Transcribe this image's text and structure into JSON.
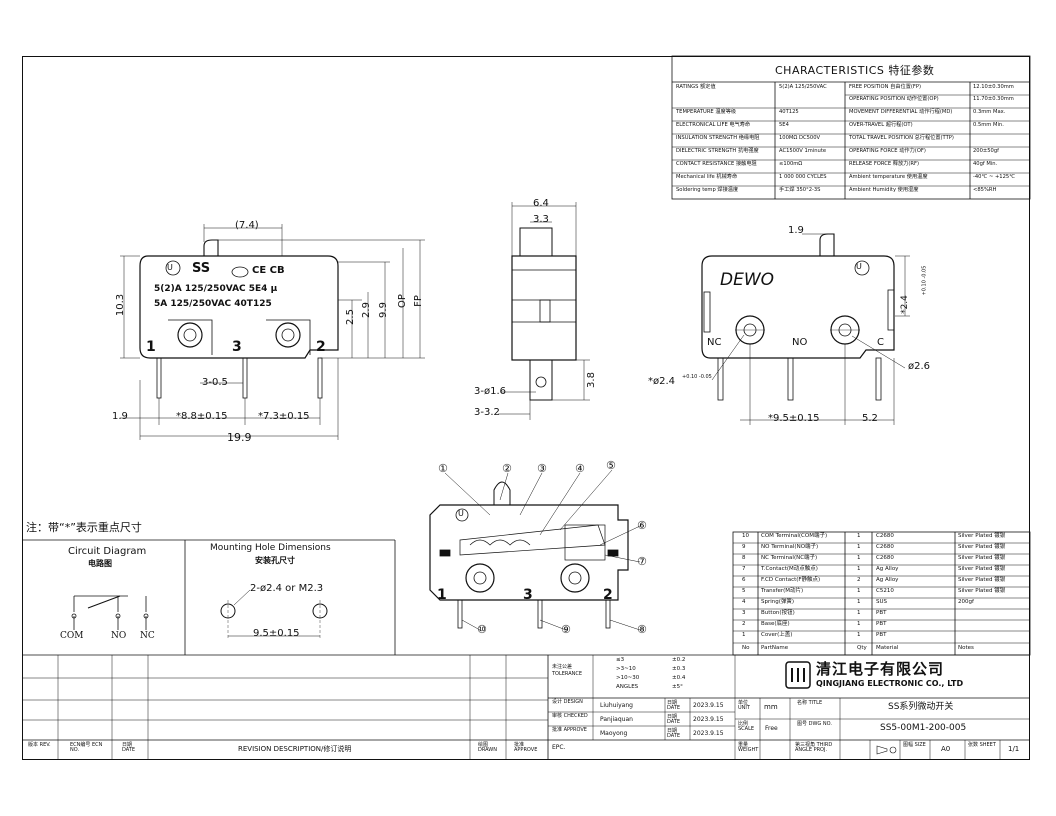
{
  "characteristics": {
    "title": "CHARACTERISTICS 特征参数",
    "rows": [
      [
        "RATINGS 额定值",
        "5(2)A 125/250VAC",
        "FREE POSITION 自由位置(FP)",
        "12.10±0.30mm"
      ],
      [
        "",
        "",
        "OPERATING POSITION 动作位置(OP)",
        "11.70±0.30mm"
      ],
      [
        "TEMPERATURE 温度等级",
        "40T125",
        "MOVEMENT DIFFERENTIAL 动作行程(MD)",
        "0.3mm Max."
      ],
      [
        "ELECTRONICAL LIFE 电气寿命",
        "5E4",
        "OVER-TRAVEL 超行程(OT)",
        "0.5mm Min."
      ],
      [
        "INSULATION STRENGTH 绝缘电阻",
        "100MΩ DC500V",
        "TOTAL TRAVEL POSITION 总行程位置(TTP)",
        ""
      ],
      [
        "DIELECTRIC STRENGTH 抗电强度",
        "AC1500V 1minute",
        "OPERATING FORCE 动作力(OF)",
        "200±50gf"
      ],
      [
        "CONTACT RESISTANCE 接触电阻",
        "≤100mΩ",
        "RELEASE FORCE 释放力(RF)",
        "40gf Min."
      ],
      [
        "Mechanical life 机械寿命",
        "1 000 000 CYCLES",
        "Ambient temperature 使用温度",
        "-40℃ ~ +125℃"
      ],
      [
        "Soldering temp 焊接温度",
        "手工焊 350°2-3S",
        "Ambient Humidity 使用湿度",
        "<85%RH"
      ]
    ]
  },
  "front_view": {
    "brand": "SS",
    "marks": "CE CB",
    "line1": "5(2)A 125/250VAC 5E4 μ",
    "line2": "5A 125/250VAC 40T125",
    "pin1": "1",
    "pin2": "2",
    "pin3": "3",
    "dim_top": "(7.4)",
    "dim_h1": "10.3",
    "dim_25": "2.5",
    "dim_29": "2.9",
    "dim_99": "9.9",
    "dim_op": "OP",
    "dim_fp": "FP",
    "dim_pin": "3-0.5",
    "dim_19": "1.9",
    "dim_88": "*8.8±0.15",
    "dim_73": "*7.3±0.15",
    "dim_199": "19.9"
  },
  "side_view": {
    "dim_64": "6.4",
    "dim_33": "3.3",
    "dim_hole": "3-ø1.6",
    "dim_32": "3-3.2",
    "dim_38": "3.8"
  },
  "back_view": {
    "brand": "DEWO",
    "nc": "NC",
    "no": "NO",
    "c": "C",
    "dim_19": "1.9",
    "dim_24": "*2.4",
    "dim_24tol": "+0.10 -0.05",
    "dim_hole": "*ø2.4",
    "dim_holetol": "+0.10 -0.05",
    "dim_26": "ø2.6",
    "dim_95": "*9.5±0.15",
    "dim_52": "5.2"
  },
  "note": "注：带“*”表示重点尺寸",
  "circuit": {
    "title": "Circuit Diagram",
    "title_cn": "电路图",
    "com": "COM",
    "no": "NO",
    "nc": "NC"
  },
  "mounting": {
    "title": "Mounting Hole Dimensions",
    "title_cn": "安装孔尺寸",
    "holes": "2-ø2.4 or M2.3",
    "dist": "9.5±0.15"
  },
  "callouts": [
    "①",
    "②",
    "③",
    "④",
    "⑤",
    "⑥",
    "⑦",
    "⑧",
    "⑨",
    "⑩"
  ],
  "section_pins": [
    "1",
    "3",
    "2"
  ],
  "bom": {
    "rows": [
      [
        "10",
        "COM Terminal(COM端子)",
        "1",
        "C2680",
        "Silver Plated 镀银"
      ],
      [
        "9",
        "NO Terminal(NO端子)",
        "1",
        "C2680",
        "Silver Plated 镀银"
      ],
      [
        "8",
        "NC Terminal(NC端子)",
        "1",
        "C2680",
        "Silver Plated 镀银"
      ],
      [
        "7",
        "T.Contact(M动点触点)",
        "1",
        "Ag Alloy",
        "Silver Plated 镀银"
      ],
      [
        "6",
        "F.CD Contact(F静触点)",
        "2",
        "Ag Alloy",
        "Silver Plated 镀银"
      ],
      [
        "5",
        "Transfer(M动片)",
        "1",
        "C5210",
        "Silver Plated 镀银"
      ],
      [
        "4",
        "Spring(弹簧)",
        "1",
        "SUS",
        "200gf"
      ],
      [
        "3",
        "Button(按钮)",
        "1",
        "PBT",
        ""
      ],
      [
        "2",
        "Base(底座)",
        "1",
        "PBT",
        ""
      ],
      [
        "1",
        "Cover(上盖)",
        "1",
        "PBT",
        ""
      ]
    ],
    "header": [
      "No",
      "PartName",
      "Qty",
      "Material",
      "Notes"
    ]
  },
  "title_block": {
    "tolerance_label": "未注公差 TOLERANCE",
    "tol_rows": [
      [
        "≤3",
        "±0.2"
      ],
      [
        ">3~10",
        "±0.3"
      ],
      [
        ">10~30",
        "±0.4"
      ],
      [
        "ANGLES",
        "±5°"
      ]
    ],
    "design_label": "设计 DESIGN",
    "design_name": "Liuhuiyang",
    "checked_label": "审核 CHECKED",
    "checked_name": "Panjiaquan",
    "approve_label": "批准 APPROVE",
    "approve_name": "Maoyong",
    "date_label": "日期 DATE",
    "date": "2023.9.15",
    "unit_label": "单位 UNIT",
    "unit": "mm",
    "title_label": "名称 TITLE",
    "title": "SS系列微动开关",
    "scale_label": "比例 SCALE",
    "scale": "Free",
    "dwg_label": "图号 DWG NO.",
    "dwg": "SS5-00M1-200-005",
    "weight_label": "重量 WEIGHT",
    "projection_label": "第三视角 THIRD ANGLE PROJ.",
    "size_label": "图幅 SIZE",
    "size": "A0",
    "sheet_label": "张数 SHEET",
    "sheet": "1/1",
    "company_cn": "清江电子有限公司",
    "company_en": "QINGJIANG ELECTRONIC CO., LTD",
    "rev_label": "版本 REV.",
    "ecn_label": "ECN编号 ECN NO.",
    "rdate_label": "日期 DATE",
    "desc_label": "REVISION DESCRIPTION/修订说明",
    "drawn_label": "绘图 DRAWN",
    "approve2_label": "批准 APPROVE",
    "epc": "EPC."
  }
}
